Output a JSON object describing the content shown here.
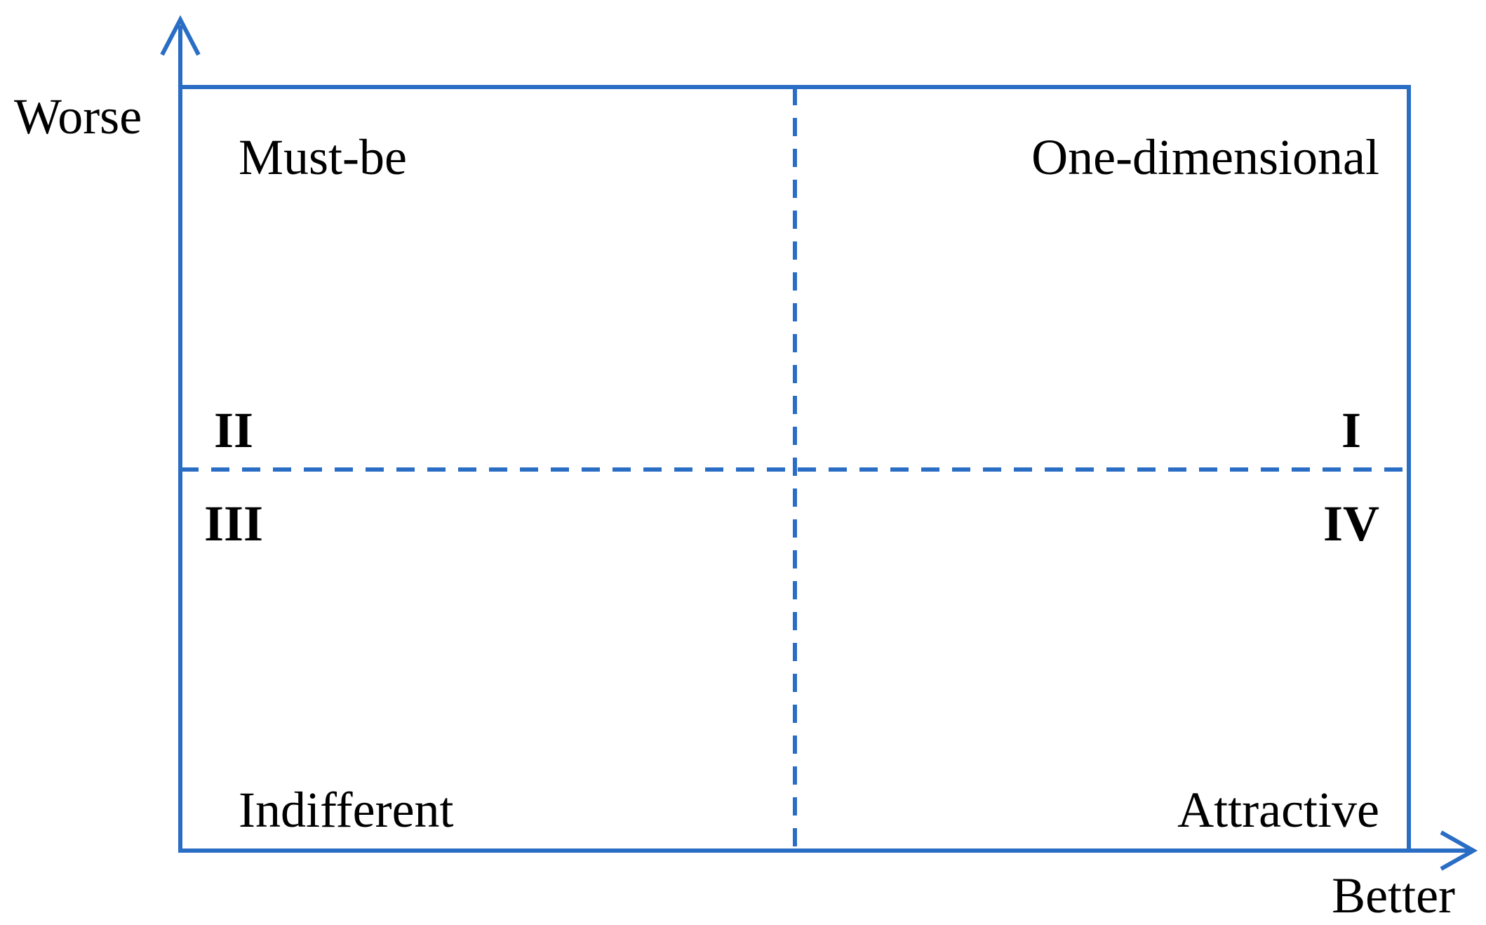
{
  "colors": {
    "line": "#2a6dc4",
    "text": "#000000",
    "background": "#ffffff"
  },
  "axes": {
    "y_label": "Worse",
    "x_label": "Better"
  },
  "quadrants": {
    "top_left": {
      "name": "Must-be",
      "numeral": "II"
    },
    "top_right": {
      "name": "One-dimensional",
      "numeral": "I"
    },
    "bottom_left": {
      "name": "Indifferent",
      "numeral": "III"
    },
    "bottom_right": {
      "name": "Attractive",
      "numeral": "IV"
    }
  }
}
